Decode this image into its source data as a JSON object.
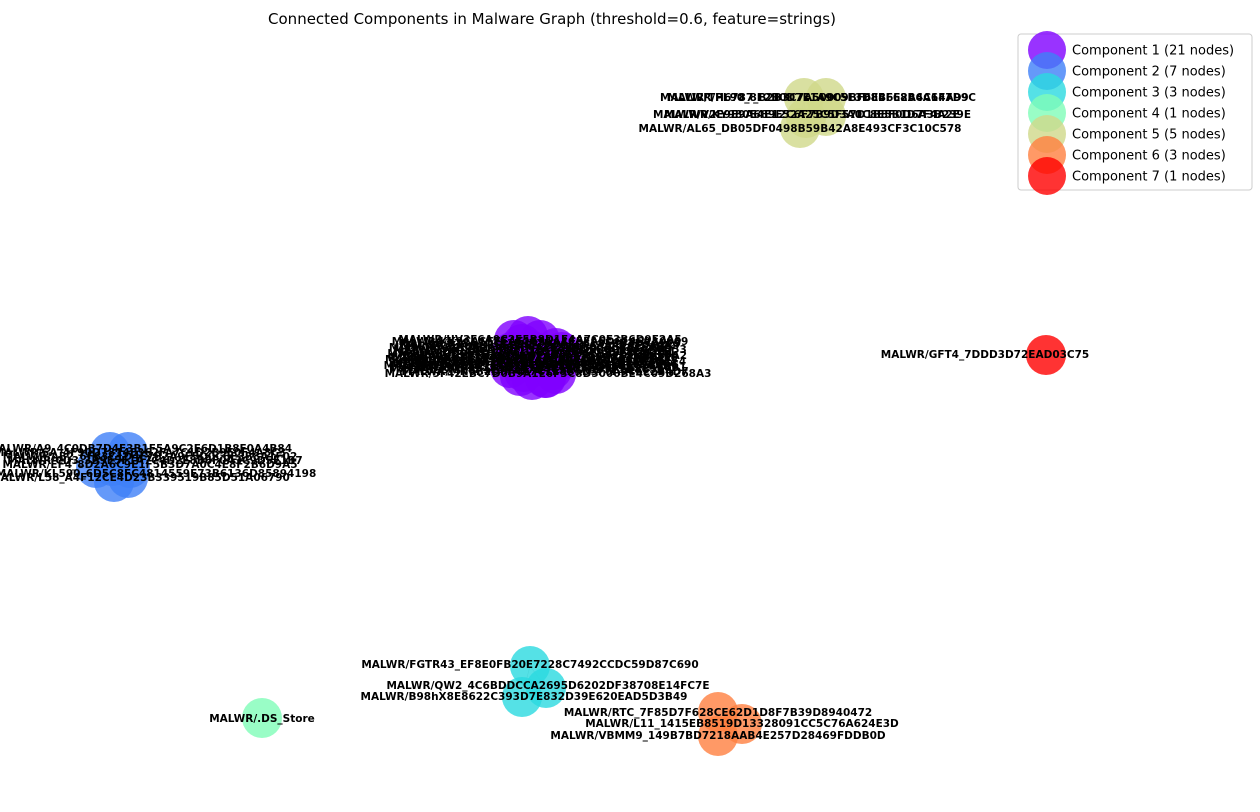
{
  "title": "Connected Components in Malware Graph (threshold=0.6, feature=strings)",
  "legend": [
    {
      "label": "Component 1 (21 nodes)",
      "color": "#7f00ff"
    },
    {
      "label": "Component 2 (7 nodes)",
      "color": "#3f7ff7"
    },
    {
      "label": "Component 3 (3 nodes)",
      "color": "#2ad9e0"
    },
    {
      "label": "Component 4 (1 nodes)",
      "color": "#7ffdb8"
    },
    {
      "label": "Component 5 (5 nodes)",
      "color": "#d0d88a"
    },
    {
      "label": "Component 6 (3 nodes)",
      "color": "#ff8040"
    },
    {
      "label": "Component 7 (1 nodes)",
      "color": "#ff0000"
    }
  ],
  "components": [
    {
      "id": 1,
      "labels": [
        "MALWR/KK9CASEEEAE1531A4C5EA6D61469A0069",
        "MALWR/XX0ASSEEEA5E2571E6F63A4C6E0A0B9",
        "MALWR/9ZASEBD9B71D1A4A8ED5C0CB4F0B6D53",
        "MALWR/BCD9E8D1A7CC4B8BDC55E3B7F3D52C4",
        "MALWR/F8E1D3C48A2BD15C6E33A8B0A4FDD22",
        "MALWR/PL9AB3F1D2E57C6D0E9A21CC4F8B7D2",
        "MALWR/QWE2D7F1A3B6C4E9D0F58A2B1C7E4D6",
        "MALWR/ZX3C8A1E5F2B7D4C9E0A6B3F1D8C5E7",
        "MALWR/MN6B2D9F4A7C1E8B5D3F0A9C6E2B4D7",
        "MALWR/RT8A5C3E1F9B7D2A4C6E8F0B3D5A1C9",
        "MALWR/AS4E7B1D9C3F6A2E8B5D0C7F4A1E3B6",
        "MALWR/DF2C9E5A8B1D4F7C3E6A0B9D2F5C8E1",
        "MALWR/GH7F3A6D1C9E4B2F8A5D7C0E3B6F9A2",
        "MALWR/JK5D8B2F6A9C3E1D7B4F0A8C5E2D9B3",
        "MALWR/LM1A4C7E3B9D6F2A8C5E0B4D7F1A3C6",
        "MALWR/OP9E2B5D8F1A4C7E3B6D0F9A2C5E8B1",
        "MALWR/UV3F6A9C2E5B8D1F4A7C0E3B6D9F2A5",
        "MALWR/WX8C1E4B7D0F3A6C9E2B5D8F1A4C7E0",
        "MALWR/YZ2D5F8A1C4E7B0D3F6A9C2E5B8D1F4",
        "MALWR/TY6B9D2F5A8C1E4B7D0F3A6C9E2B5D8",
        "MALWR/5F42EBC7D0B9A1E6F3C8D5000BE4C09D268A3"
      ]
    },
    {
      "id": 2,
      "labels": [
        "MALWR/A9_4C0DB7D4E3B1F5A9C2E6D1B8F0A4B84",
        "MALWR/SA_4F90D7814E362FA7C1D2B9E0F4A8C3",
        "MALWR/AB2_6F83C1D4E7B2A9F5D0C6E3B8A1F02",
        "MALWR/CD3_3B9E5F1A7C4D2E8B6F0A3C9D5E1B7",
        "MALWR/EF4_8D2A6C9E1F5B3D7A0C4E8F2B6D9A5",
        "MALWR/KL590_6D5C8FC4814559E73B6136D85894198",
        "MALWR/L58_A4F12CE4D23B339519B85D51A06790"
      ]
    },
    {
      "id": 3,
      "labels": [
        "MALWR/FGTR43_EF8E0FB20E7228C7492CCDC59D87C690",
        "MALWR/QW2_4C6BDDCCA2695D6202DF38708E14FC7E",
        "MALWR/B98hX8E8622C393D7E832D39E620EAD5D3B49"
      ]
    },
    {
      "id": 4,
      "labels": [
        "MALWR/.DS_Store"
      ]
    },
    {
      "id": 5,
      "labels": [
        "MALWR/TH6787_B2B3C7A50009BF6E4F68B6A64A99C",
        "MALWR/PL90_8F2B0D7E1A9C5F3D8B6E2A4C1F7D9",
        "MALWR/V2E9E9A689E52A25C5F57D1B8F0D6A3B239E",
        "MALWR/KY980E4E12C6F7B9D3A0C8E5B1D7F4A2E",
        "MALWR/AL65_DB05DF0498B59B42A8E493CF3C10C578"
      ]
    },
    {
      "id": 6,
      "labels": [
        "MALWR/RTC_7F85D7F628CE62D1D8F7B39D8940472",
        "MALWR/L11_1415EB8519D13328091CC5C76A624E3D",
        "MALWR/VBMM9_149B7BD7218AAB4E257D28469FDDB0D"
      ]
    },
    {
      "id": 7,
      "labels": [
        "MALWR/GFT4_7DDD3D72EAD03C75"
      ]
    }
  ]
}
